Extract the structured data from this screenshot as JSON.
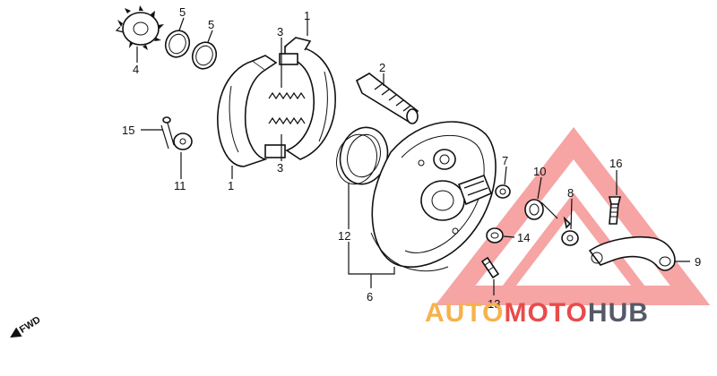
{
  "callouts": [
    "1",
    "1",
    "2",
    "3",
    "3",
    "4",
    "5",
    "5",
    "6",
    "7",
    "8",
    "9",
    "10",
    "11",
    "12",
    "13",
    "14",
    "15",
    "16"
  ],
  "watermark": {
    "part1": "AUTO",
    "part2": "MOTO",
    "part3": "HUB",
    "colors": {
      "auto": "#f6b24a",
      "moto": "#e94b4b",
      "hub": "#555a66",
      "triangle": "#ef5b5b"
    }
  },
  "direction": {
    "label": "FWD"
  }
}
